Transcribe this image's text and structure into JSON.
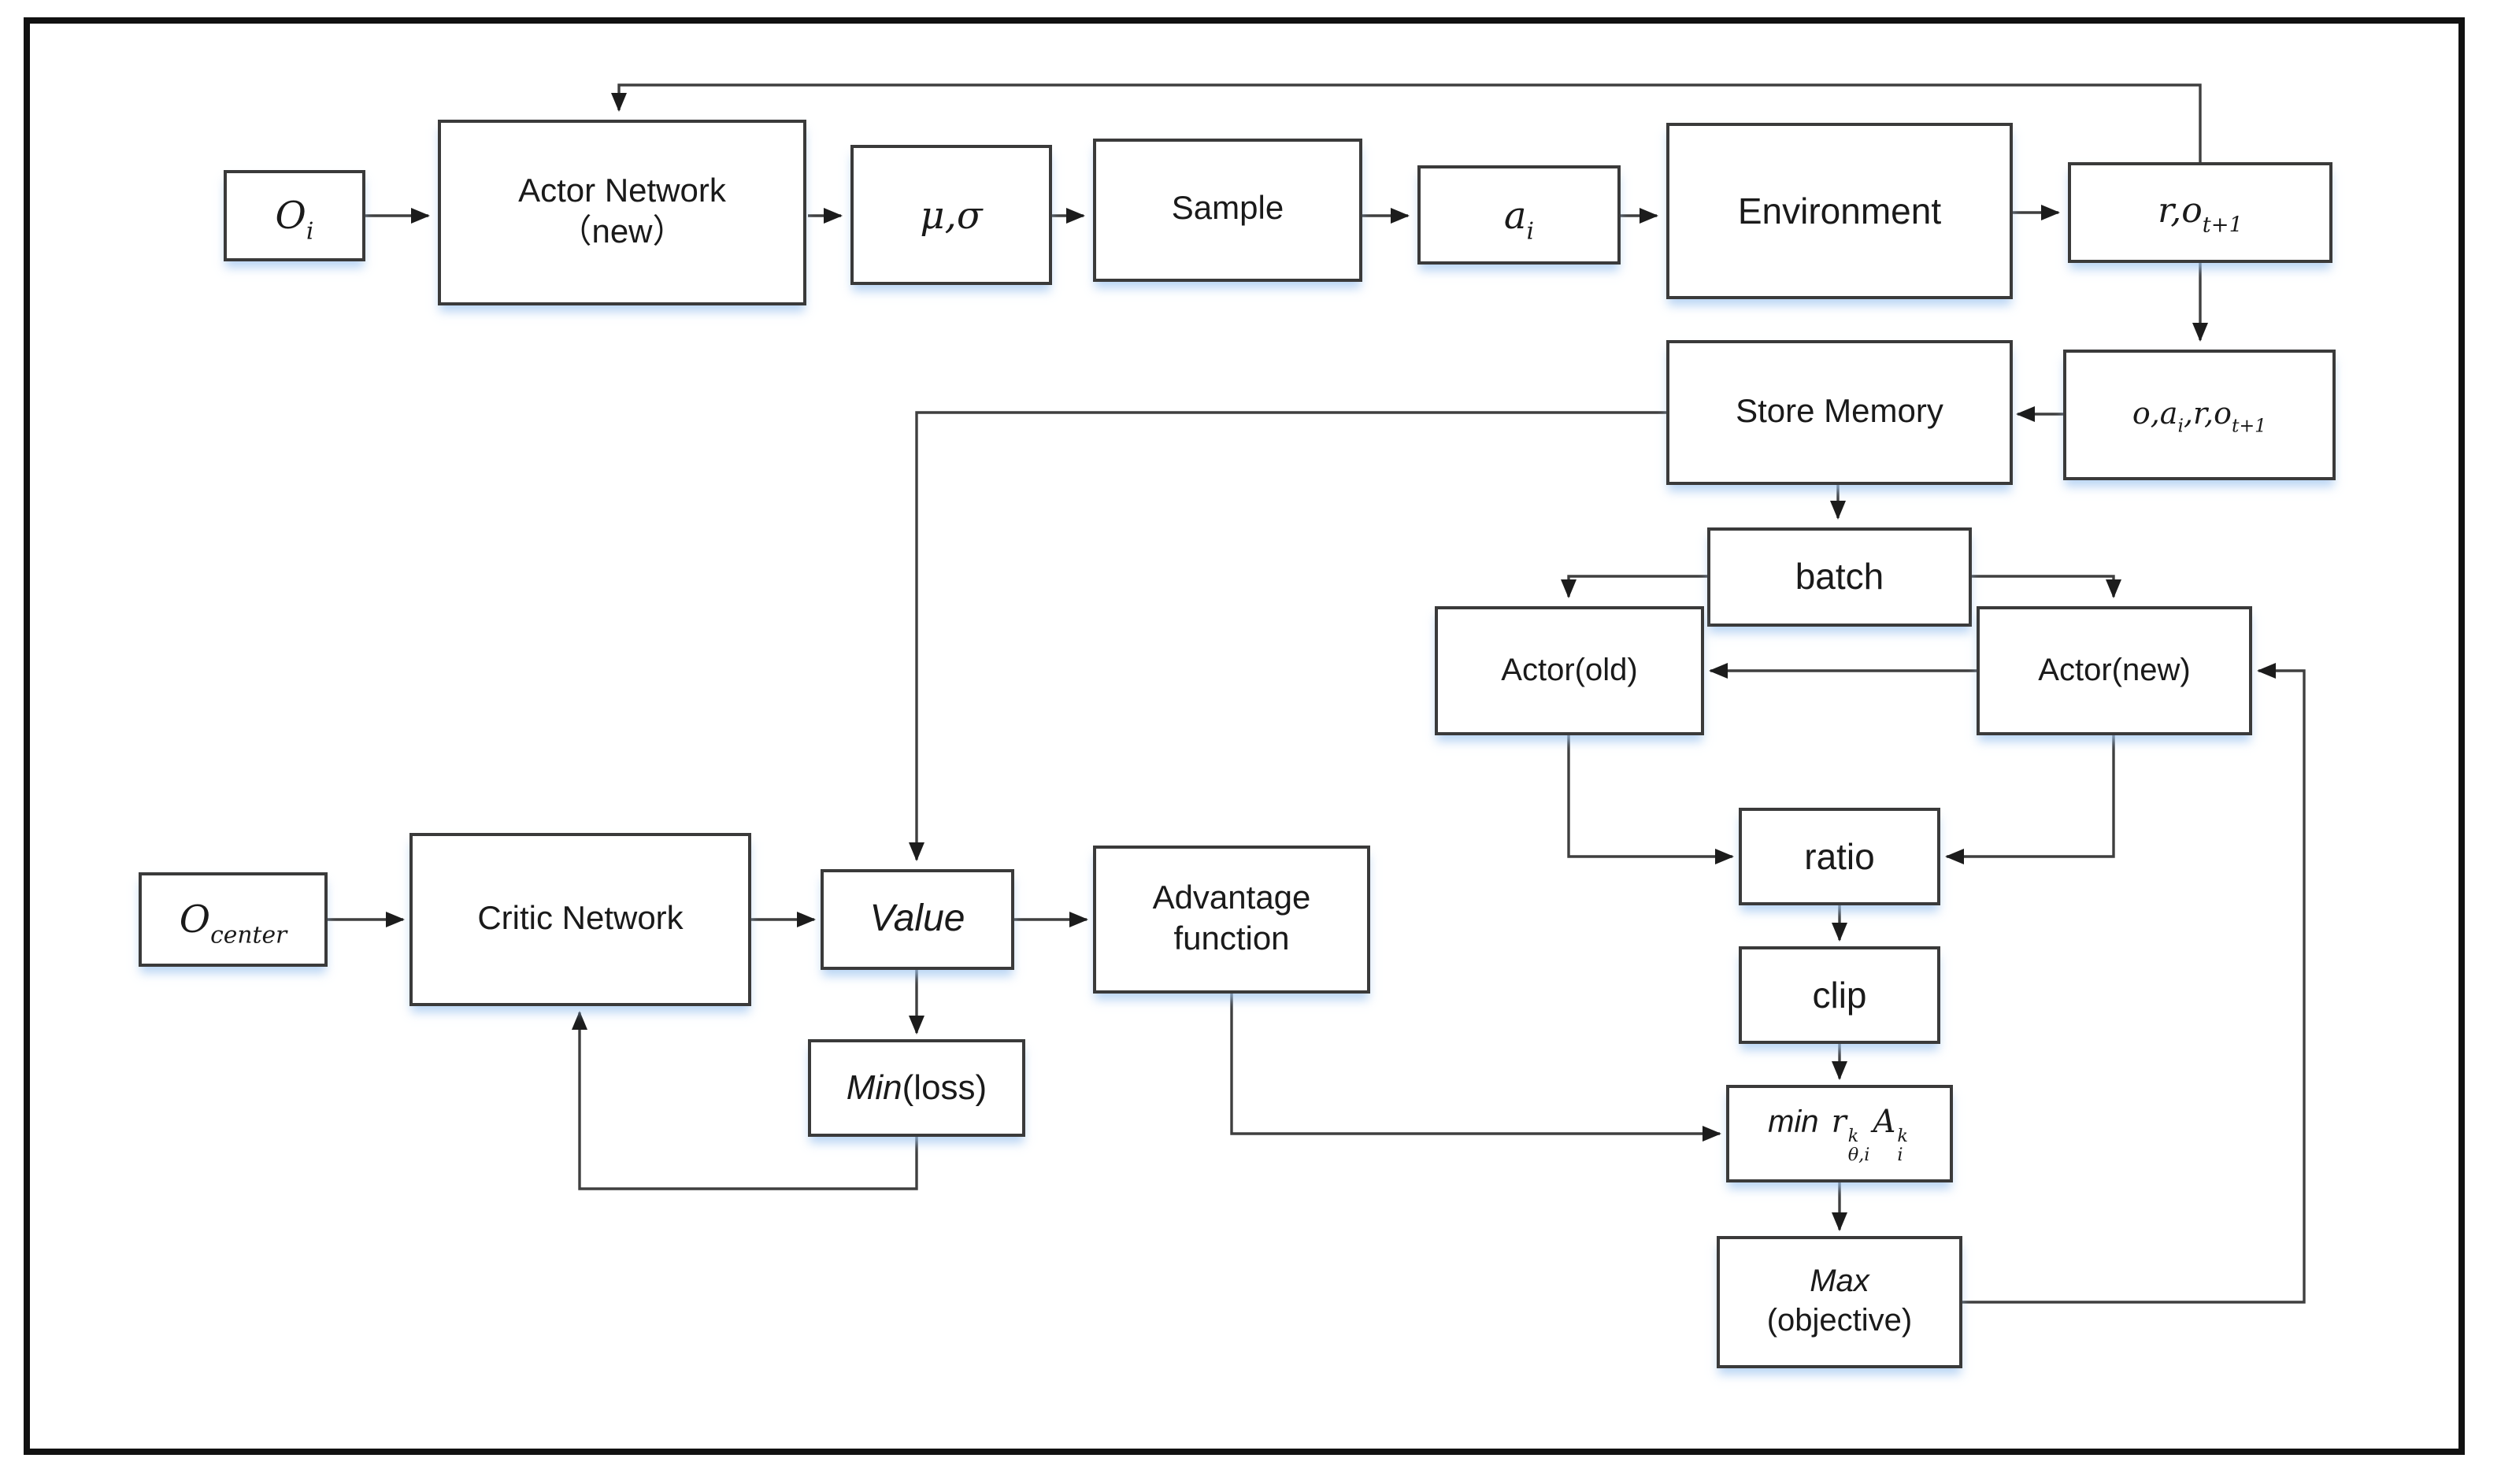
{
  "diagram": {
    "nodes": {
      "oi": {
        "base": "O",
        "sub": "i"
      },
      "actor_network": {
        "line1": "Actor Network",
        "line2": "（new）"
      },
      "mu_sigma": {
        "text": "μ,σ"
      },
      "sample": {
        "text": "Sample"
      },
      "ai": {
        "base": "a",
        "sub": "i"
      },
      "environment": {
        "text": "Environment"
      },
      "r_o": {
        "base": "r,o",
        "sub": "t+1"
      },
      "store_memory": {
        "text": "Store Memory"
      },
      "oaro": {
        "p1": "o,a",
        "s1": "i",
        "p2": ",r,o",
        "s2": "t+1"
      },
      "batch": {
        "text": "batch"
      },
      "actor_old": {
        "text": "Actor(old)"
      },
      "actor_new": {
        "text": "Actor(new)"
      },
      "ratio": {
        "text": "ratio"
      },
      "clip": {
        "text": "clip"
      },
      "min_ra": {
        "word": "min",
        "r": "r",
        "r_sup": "k",
        "r_sub": "θ,i",
        "a": "A",
        "a_sup": "k",
        "a_sub": "i"
      },
      "max_objective": {
        "line1": "Max",
        "line2": "(objective)"
      },
      "o_center": {
        "base": "O",
        "sub": "center"
      },
      "critic_network": {
        "text": "Critic Network"
      },
      "value": {
        "text": "Value"
      },
      "advantage": {
        "line1": "Advantage",
        "line2": "function"
      },
      "min_loss": {
        "italic": "Min",
        "rest": "(loss)"
      }
    },
    "colors": {
      "box_border": "#3a3a3a",
      "connector_line": "#3f3f3f",
      "arrowhead": "#1c1c1c",
      "box_shadow": "#a0c5f0",
      "outer_frame": "#111111",
      "background": "#ffffff",
      "text": "#1a1a1a"
    }
  }
}
